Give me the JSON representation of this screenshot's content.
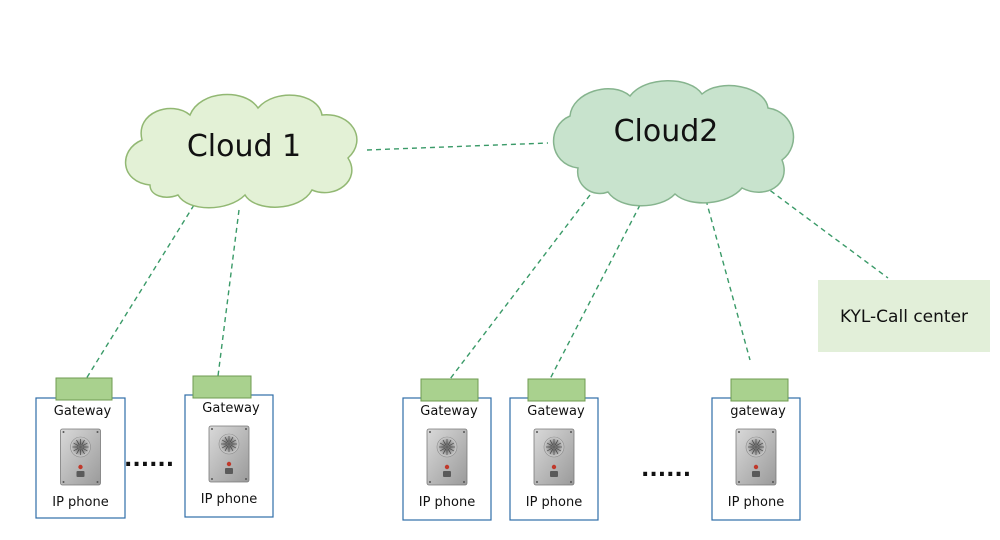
{
  "colors": {
    "cloud1_fill": "#e3f1d6",
    "cloud1_stroke": "#92b873",
    "cloud2_fill": "#c8e3cd",
    "cloud2_stroke": "#86b48e",
    "line": "#3a9a68",
    "gateway_fill": "#a9d18e",
    "gateway_stroke": "#6f9b52",
    "unit_border": "#2f6da8",
    "call_center_fill": "#e2efd9"
  },
  "clouds": [
    {
      "label": "Cloud 1"
    },
    {
      "label": "Cloud2"
    }
  ],
  "call_center": {
    "label": "KYL-Call center"
  },
  "units": [
    {
      "gateway_label": "Gateway",
      "device_label": "IP phone",
      "icon": "intercom-panel-icon"
    },
    {
      "gateway_label": "Gateway",
      "device_label": "IP phone",
      "icon": "intercom-panel-icon"
    },
    {
      "gateway_label": "Gateway",
      "device_label": "IP phone",
      "icon": "intercom-panel-icon"
    },
    {
      "gateway_label": "Gateway",
      "device_label": "IP phone",
      "icon": "intercom-panel-icon"
    },
    {
      "gateway_label": "gateway",
      "device_label": "IP phone",
      "icon": "intercom-panel-icon"
    }
  ],
  "ellipsis": [
    "......",
    "......"
  ]
}
